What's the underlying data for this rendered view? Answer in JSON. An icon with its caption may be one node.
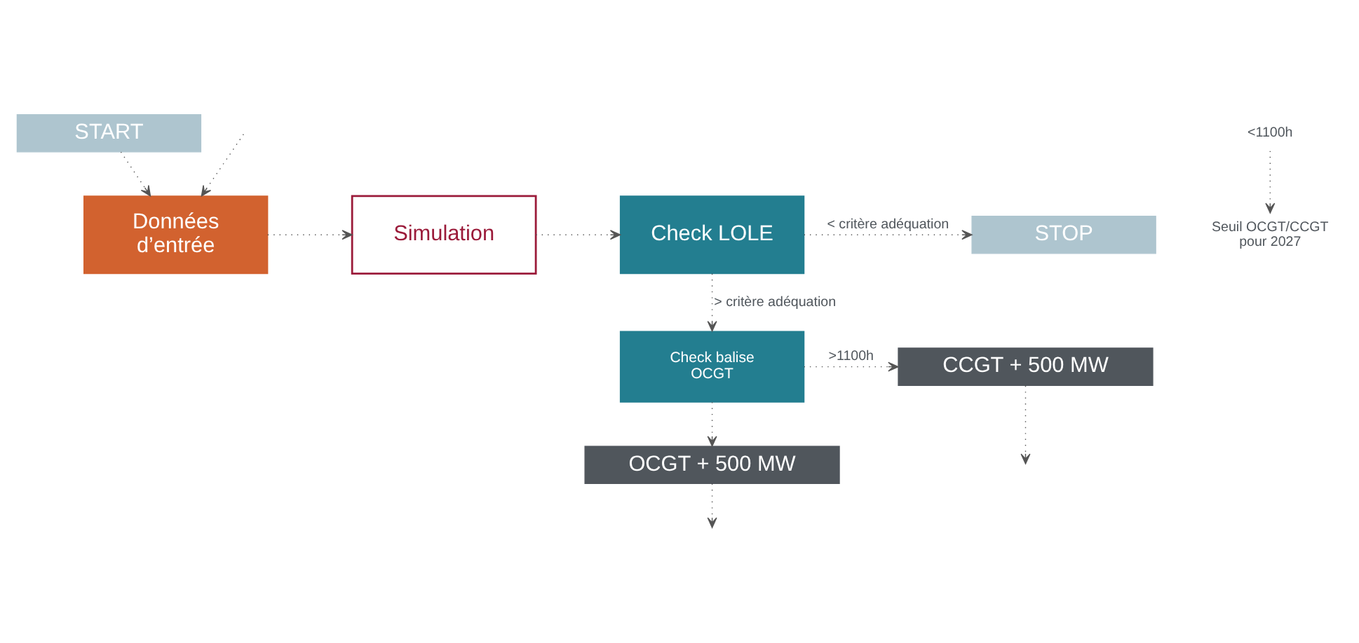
{
  "diagram": {
    "nodes": [
      {
        "text": [
          "START"
        ]
      },
      {
        "text": [
          "Données d’entrée"
        ]
      },
      {
        "text": [
          "Simulation"
        ]
      },
      {
        "text": [
          "Check LOLE"
        ]
      },
      {
        "text": [
          "STOP"
        ]
      },
      {
        "text": [
          "Check balise OCGT"
        ]
      },
      {
        "text": [
          "CCGT + 500 MW"
        ]
      },
      {
        "text": [
          "OCGT + 500 MW"
        ]
      },
      {
        "text": [
          "<1100h"
        ]
      },
      {
        "text": [
          "Seuil OCGT/CCGT pour 2027"
        ]
      }
    ],
    "edges": [
      {
        "from": 0,
        "to": 1,
        "arrow": "to"
      },
      {
        "from": 1,
        "to": 2,
        "arrow": "to"
      },
      {
        "from": 2,
        "to": 3,
        "arrow": "to"
      },
      {
        "from": 3,
        "to": 4,
        "arrow": "to",
        "label": "< critère adéquation"
      },
      {
        "from": 3,
        "to": 5,
        "arrow": "to",
        "label": "> critère adéquation"
      },
      {
        "from": 5,
        "to": 6,
        "arrow": "to",
        "label": ">1100h"
      },
      {
        "from": 5,
        "to": 7,
        "arrow": "to"
      },
      {
        "from": 6,
        "to": null,
        "arrow": "to"
      },
      {
        "from": 7,
        "to": null,
        "arrow": "to"
      },
      {
        "from": null,
        "to": 1,
        "arrow": "to"
      },
      {
        "from": 8,
        "to": 9,
        "arrow": "to"
      }
    ]
  }
}
